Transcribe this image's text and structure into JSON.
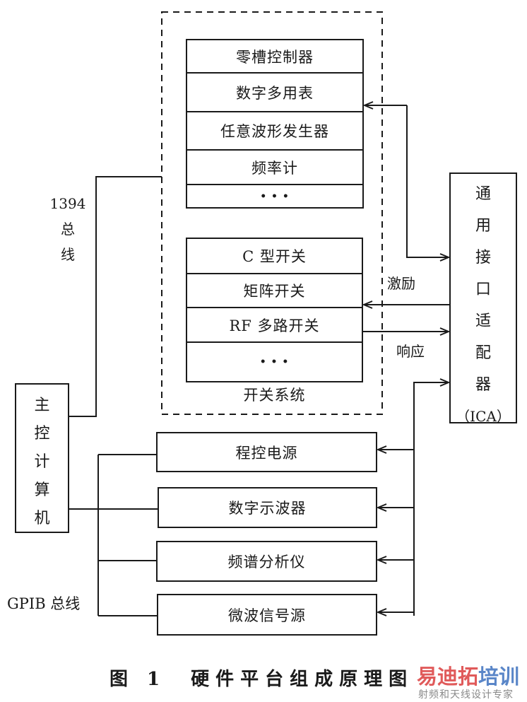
{
  "instrument_stack": {
    "items": [
      "零槽控制器",
      "数字多用表",
      "任意波形发生器",
      "频率计",
      "• • •"
    ]
  },
  "switch_system": {
    "items": [
      "C 型开关",
      "矩阵开关",
      "RF 多路开关",
      "• • •"
    ],
    "label": "开关系统"
  },
  "ica": {
    "chars": [
      "通",
      "用",
      "接",
      "口",
      "适",
      "配",
      "器"
    ],
    "abbr": "（ICA）"
  },
  "main_computer": {
    "chars": [
      "主",
      "控",
      "计",
      "算",
      "机"
    ]
  },
  "bus_1394": {
    "number": "1394",
    "chars": [
      "总",
      "线"
    ]
  },
  "gpib_bus": {
    "label": "GPIB 总线"
  },
  "gpib_instruments": [
    "程控电源",
    "数字示波器",
    "频谱分析仪",
    "微波信号源"
  ],
  "signals": {
    "excitation": "激励",
    "response": "响应"
  },
  "caption": "图 1　硬件平台组成原理图",
  "watermark": {
    "brand_left": "易迪拓",
    "brand_right": "培训",
    "tagline": "射频和天线设计专家",
    "color_red": "#e05a5a",
    "color_blue": "#5a86c8"
  }
}
